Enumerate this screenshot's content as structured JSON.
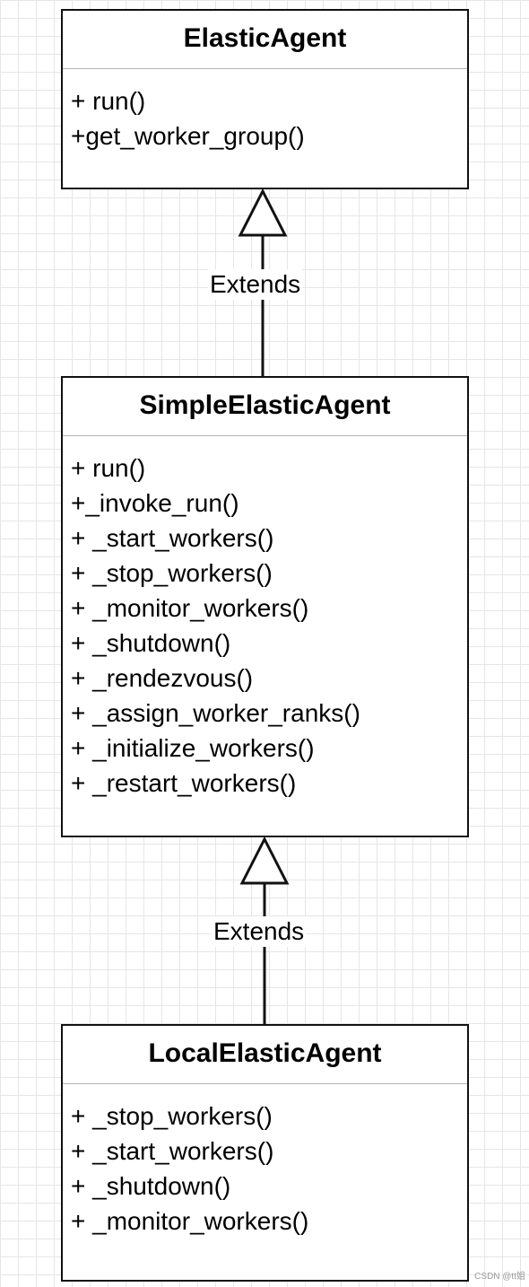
{
  "classes": [
    {
      "name": "ElasticAgent",
      "methods": [
        "+ run()",
        "+get_worker_group()"
      ]
    },
    {
      "name": "SimpleElasticAgent",
      "methods": [
        "+ run()",
        "+_invoke_run()",
        "+ _start_workers()",
        "+ _stop_workers()",
        "+ _monitor_workers()",
        "+ _shutdown()",
        "+ _rendezvous()",
        "+ _assign_worker_ranks()",
        "+ _initialize_workers()",
        "+ _restart_workers()"
      ]
    },
    {
      "name": "LocalElasticAgent",
      "methods": [
        "+ _stop_workers()",
        "+ _start_workers()",
        "+ _shutdown()",
        "+ _monitor_workers()"
      ]
    }
  ],
  "relations": [
    {
      "label": "Extends"
    },
    {
      "label": "Extends"
    }
  ],
  "watermark": "CSDN @tt姐"
}
